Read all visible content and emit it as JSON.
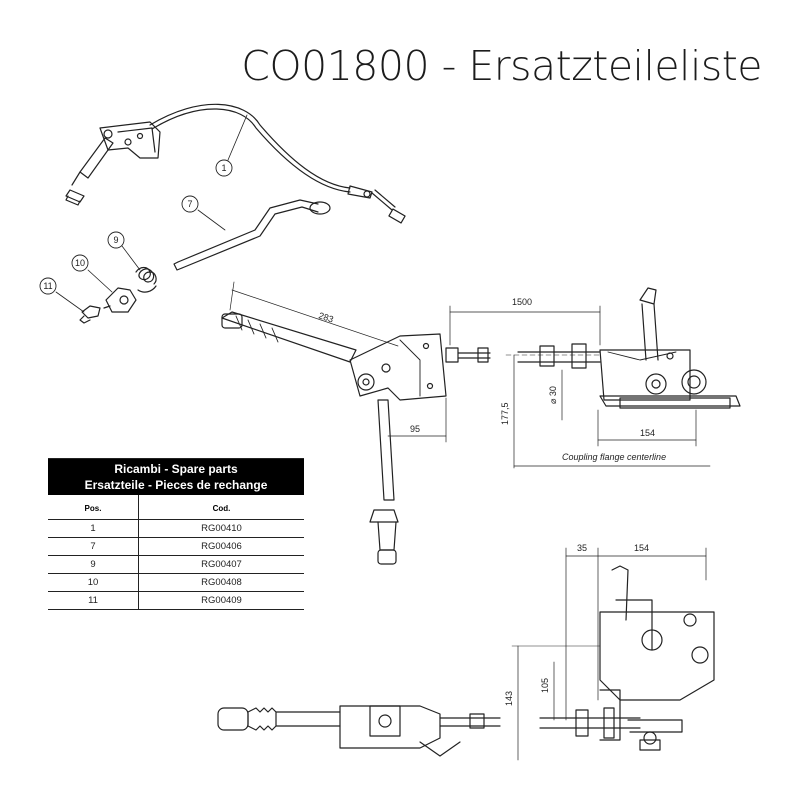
{
  "title": "CO01800 - Ersatzteileliste",
  "callouts": [
    "1",
    "7",
    "9",
    "10",
    "11"
  ],
  "dimensions": {
    "d283": "283",
    "d1500": "1500",
    "d95": "95",
    "d1775": "177,5",
    "d30": "⌀ 30",
    "d154a": "154",
    "coupling": "Coupling flange centerline",
    "d35": "35",
    "d154b": "154",
    "d143": "143",
    "d105": "105"
  },
  "parts_table": {
    "header_line1": "Ricambi - Spare parts",
    "header_line2": "Ersatzteile - Pieces de rechange",
    "col_pos": "Pos.",
    "col_cod": "Cod.",
    "rows": [
      {
        "pos": "1",
        "cod": "RG00410"
      },
      {
        "pos": "7",
        "cod": "RG00406"
      },
      {
        "pos": "9",
        "cod": "RG00407"
      },
      {
        "pos": "10",
        "cod": "RG00408"
      },
      {
        "pos": "11",
        "cod": "RG00409"
      }
    ]
  }
}
